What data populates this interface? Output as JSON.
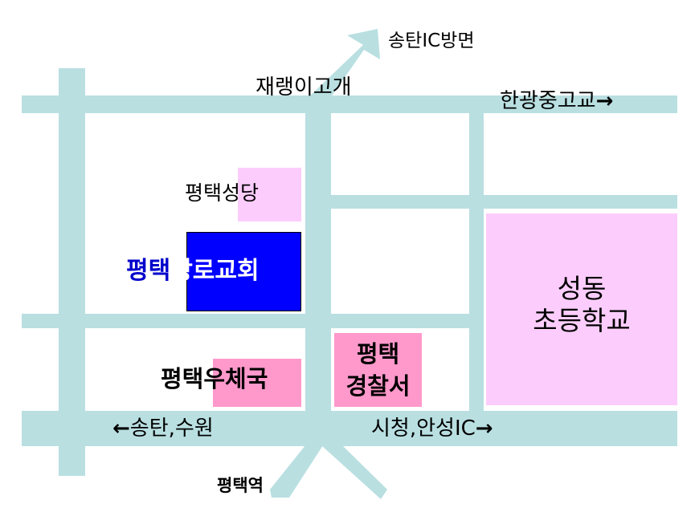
{
  "colors": {
    "road": "#b9dfe1",
    "light_pink": "#fccdfc",
    "pink": "#ff99cc",
    "blue": "#0000ff"
  },
  "labels": {
    "songtan_ic": "송탄IC방면",
    "jaraengi_pass": "재랭이고개",
    "hangwang_school": "한광중고교",
    "songtan_suwon": "송탄,수원",
    "city_hall_anseong": "시청,안성IC",
    "station": "평택역"
  },
  "buildings": {
    "catholic_church": {
      "prefix": "평택",
      "name": "성당"
    },
    "presbyterian_church": {
      "prefix": "평택",
      "name": "장로교회"
    },
    "post_office": {
      "prefix": "평택",
      "name": "우체국"
    },
    "police_station": {
      "line1": "평택",
      "line2": "경찰서"
    },
    "elementary_school": {
      "line1": "성동",
      "line2": "초등학교"
    }
  },
  "arrows": {
    "right": "→",
    "left": "←"
  }
}
